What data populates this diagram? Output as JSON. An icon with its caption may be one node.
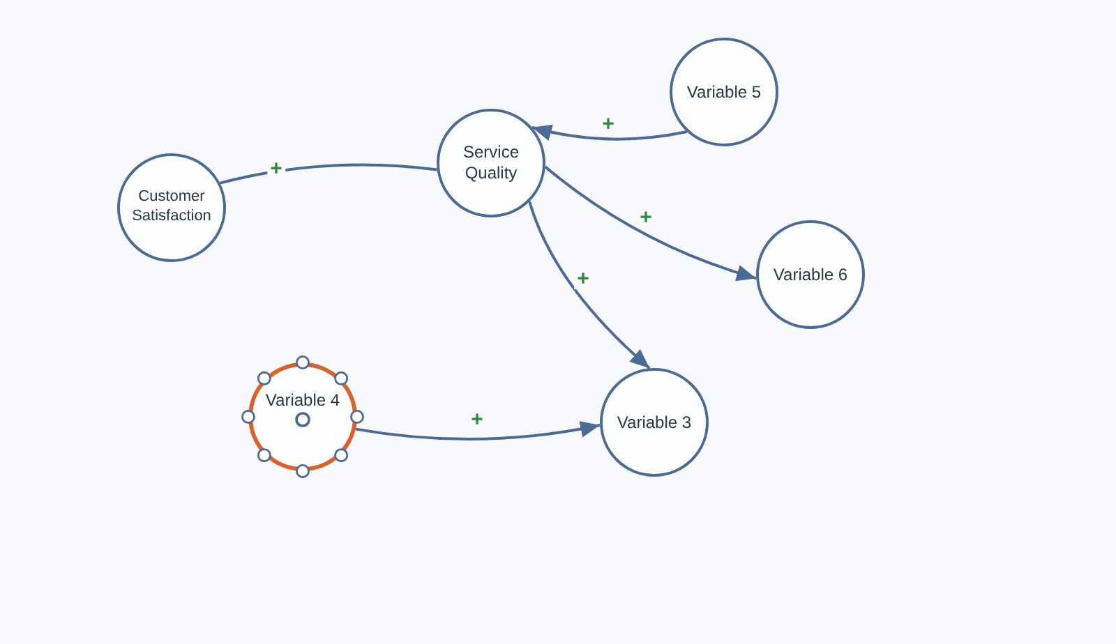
{
  "diagram": {
    "nodes": [
      {
        "text": [
          "Variable 5"
        ]
      },
      {
        "text": [
          "Service Quality"
        ]
      },
      {
        "text": [
          "Customer Satisfaction"
        ]
      },
      {
        "text": [
          "Variable 6"
        ]
      },
      {
        "text": [
          "Variable 4"
        ]
      },
      {
        "text": [
          "Variable 3"
        ]
      }
    ],
    "edges": [
      {
        "from": 0,
        "to": 1,
        "arrow": "to",
        "label": "+"
      },
      {
        "from": 2,
        "to": 1,
        "arrow": "none",
        "label": "+"
      },
      {
        "from": 1,
        "to": 3,
        "arrow": "to",
        "label": "+"
      },
      {
        "from": 1,
        "to": 5,
        "arrow": "to",
        "label": "+"
      },
      {
        "from": 4,
        "to": 5,
        "arrow": "to",
        "label": "+"
      }
    ]
  }
}
